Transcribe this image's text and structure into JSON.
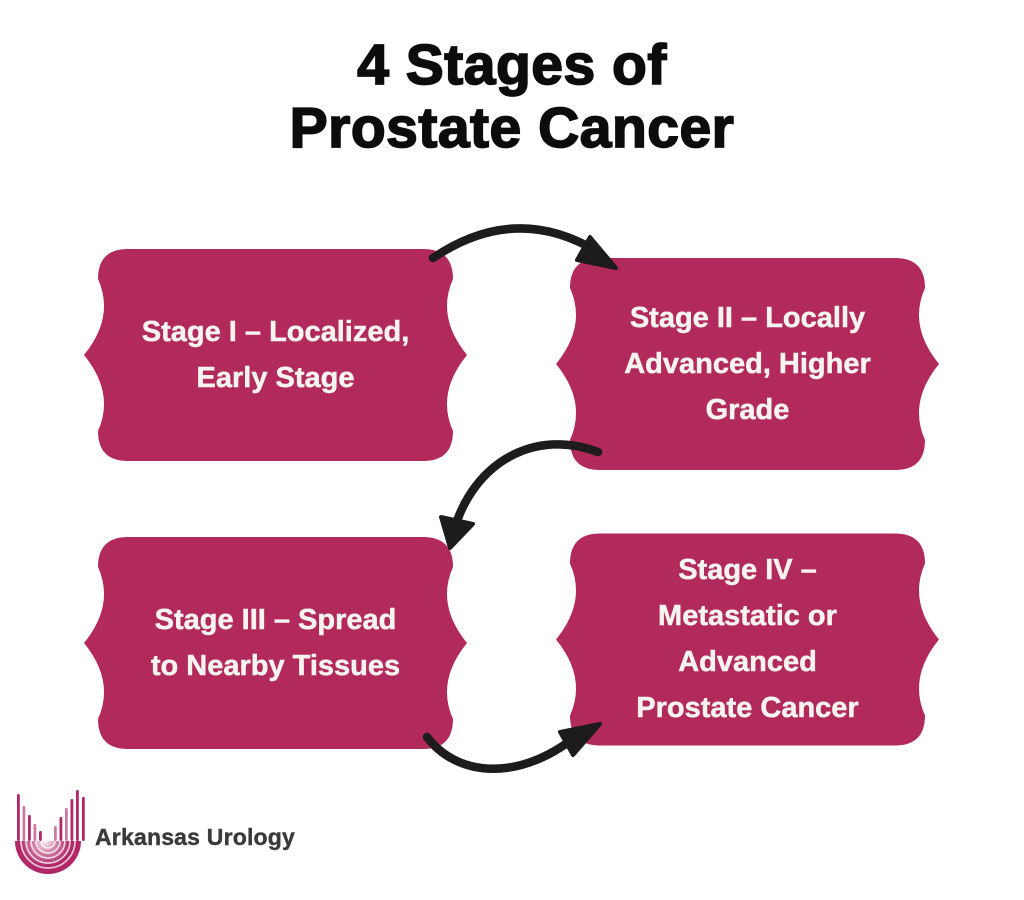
{
  "title": {
    "lines": [
      "4 Stages of",
      "Prostate Cancer"
    ]
  },
  "stages": [
    {
      "name": "Stage I",
      "label": "Stage I – Localized, Early Stage",
      "lines": [
        "Stage I – Localized,",
        "Early Stage"
      ]
    },
    {
      "name": "Stage II",
      "label": "Stage II – Locally Advanced, Higher Grade",
      "lines": [
        "Stage II – Locally",
        "Advanced, Higher",
        "Grade"
      ]
    },
    {
      "name": "Stage III",
      "label": "Stage III – Spread to Nearby Tissues",
      "lines": [
        "Stage III – Spread",
        "to Nearby Tissues"
      ]
    },
    {
      "name": "Stage IV",
      "label": "Stage IV – Metastatic or Advanced Prostate Cancer",
      "lines": [
        "Stage IV –",
        "Metastatic or",
        "Advanced",
        "Prostate Cancer"
      ]
    }
  ],
  "brand": {
    "name": "Arkansas Urology",
    "icon": "bars-and-sunrise-dome-icon"
  },
  "icons": [
    "curved-arrow-right-icon",
    "curved-arrow-down-left-icon",
    "curved-arrow-up-right-icon"
  ],
  "colors": {
    "background": "#ffffff",
    "box": "#b22a5c",
    "box_text": "#f7f3ef",
    "title_text": "#0c0c0c",
    "arrow": "#1d1b1b",
    "logo_primary": "#b12767",
    "logo_secondary": "#ca7ba2",
    "logo_text": "#3a3a3c"
  }
}
